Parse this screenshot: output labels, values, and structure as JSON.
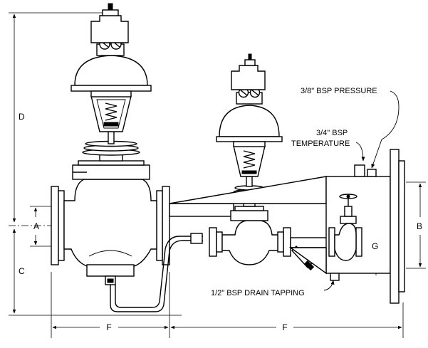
{
  "dimensions": {
    "d": "D",
    "a": "A",
    "c": "C",
    "b": "B",
    "g": "G",
    "f_left": "F",
    "f_right": "F"
  },
  "callouts": {
    "pressure": "3/8\" BSP PRESSURE",
    "temperature_line1": "3/4\" BSP",
    "temperature_line2": "TEMPERATURE",
    "drain": "1/2\" BSP DRAIN TAPPING"
  }
}
